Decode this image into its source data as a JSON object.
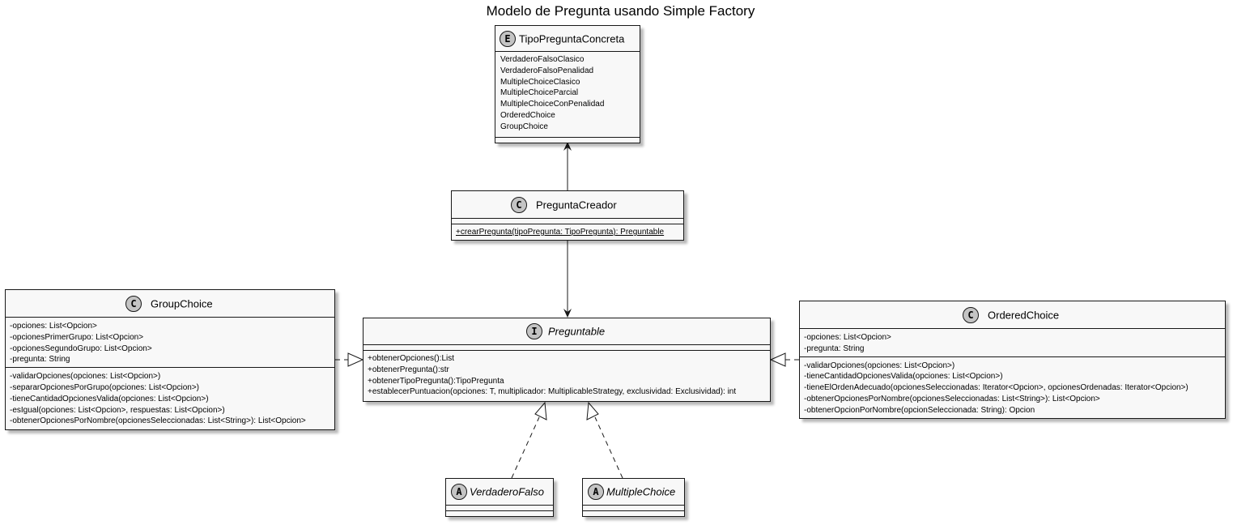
{
  "title": "Modelo de Pregunta usando Simple Factory",
  "enum": {
    "badge": "E",
    "name": "TipoPreguntaConcreta",
    "values": [
      "VerdaderoFalsoClasico",
      "VerdaderoFalsoPenalidad",
      "MultipleChoiceClasico",
      "MultipleChoiceParcial",
      "MultipleChoiceConPenalidad",
      "OrderedChoice",
      "GroupChoice"
    ]
  },
  "creador": {
    "badge": "C",
    "name": "PreguntaCreador",
    "methods": [
      "+crearPregunta(tipoPregunta: TipoPregunta): Preguntable"
    ]
  },
  "preguntable": {
    "badge": "I",
    "name": "Preguntable",
    "methods": [
      "+obtenerOpciones():List",
      "+obtenerPregunta():str",
      "+obtenerTipoPregunta():TipoPregunta",
      "+establecerPuntuacion(opciones: T, multiplicador: MultiplicableStrategy, exclusividad: Exclusividad): int"
    ]
  },
  "group": {
    "badge": "C",
    "name": "GroupChoice",
    "attrs": [
      "-opciones: List<Opcion>",
      "-opcionesPrimerGrupo: List<Opcion>",
      "-opcionesSegundoGrupo: List<Opcion>",
      "-pregunta: String"
    ],
    "methods": [
      "-validarOpciones(opciones: List<Opcion>)",
      "-separarOpcionesPorGrupo(opciones: List<Opcion>)",
      "-tieneCantidadOpcionesValida(opciones: List<Opcion>)",
      "-esIgual(opciones: List<Opcion>, respuestas: List<Opcion>)",
      "-obtenerOpcionesPorNombre(opcionesSeleccionadas: List<String>): List<Opcion>"
    ]
  },
  "ordered": {
    "badge": "C",
    "name": "OrderedChoice",
    "attrs": [
      "-opciones: List<Opcion>",
      "-pregunta: String"
    ],
    "methods": [
      "-validarOpciones(opciones: List<Opcion>)",
      "-tieneCantidadOpcionesValida(opciones: List<Opcion>)",
      "-tieneElOrdenAdecuado(opcionesSeleccionadas: Iterator<Opcion>, opcionesOrdenadas: Iterator<Opcion>)",
      "-obtenerOpcionesPorNombre(opcionesSeleccionadas: List<String>): List<Opcion>",
      "-obtenerOpcionPorNombre(opcionSeleccionada: String): Opcion"
    ]
  },
  "vf": {
    "badge": "A",
    "name": "VerdaderoFalso"
  },
  "mc": {
    "badge": "A",
    "name": "MultipleChoice"
  },
  "colors": {
    "enum_badge": "#c4c4c4",
    "class_badge": "#c4c4c4",
    "interface_badge": "#c4c4c4",
    "abstract_badge": "#c4c4c4"
  }
}
